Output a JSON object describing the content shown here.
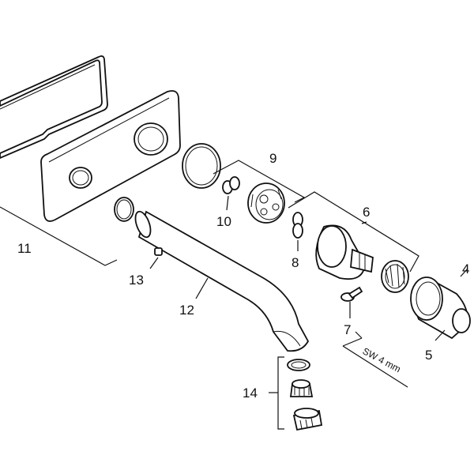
{
  "labels": {
    "p4": "4",
    "p5": "5",
    "p6": "6",
    "p7": "7",
    "p8": "8",
    "p9": "9",
    "p10": "10",
    "p11": "11",
    "p12": "12",
    "p13": "13",
    "p14": "14"
  },
  "tool_note": "SW 4 mm",
  "colors": {
    "line": "#111111",
    "background": "#ffffff"
  }
}
